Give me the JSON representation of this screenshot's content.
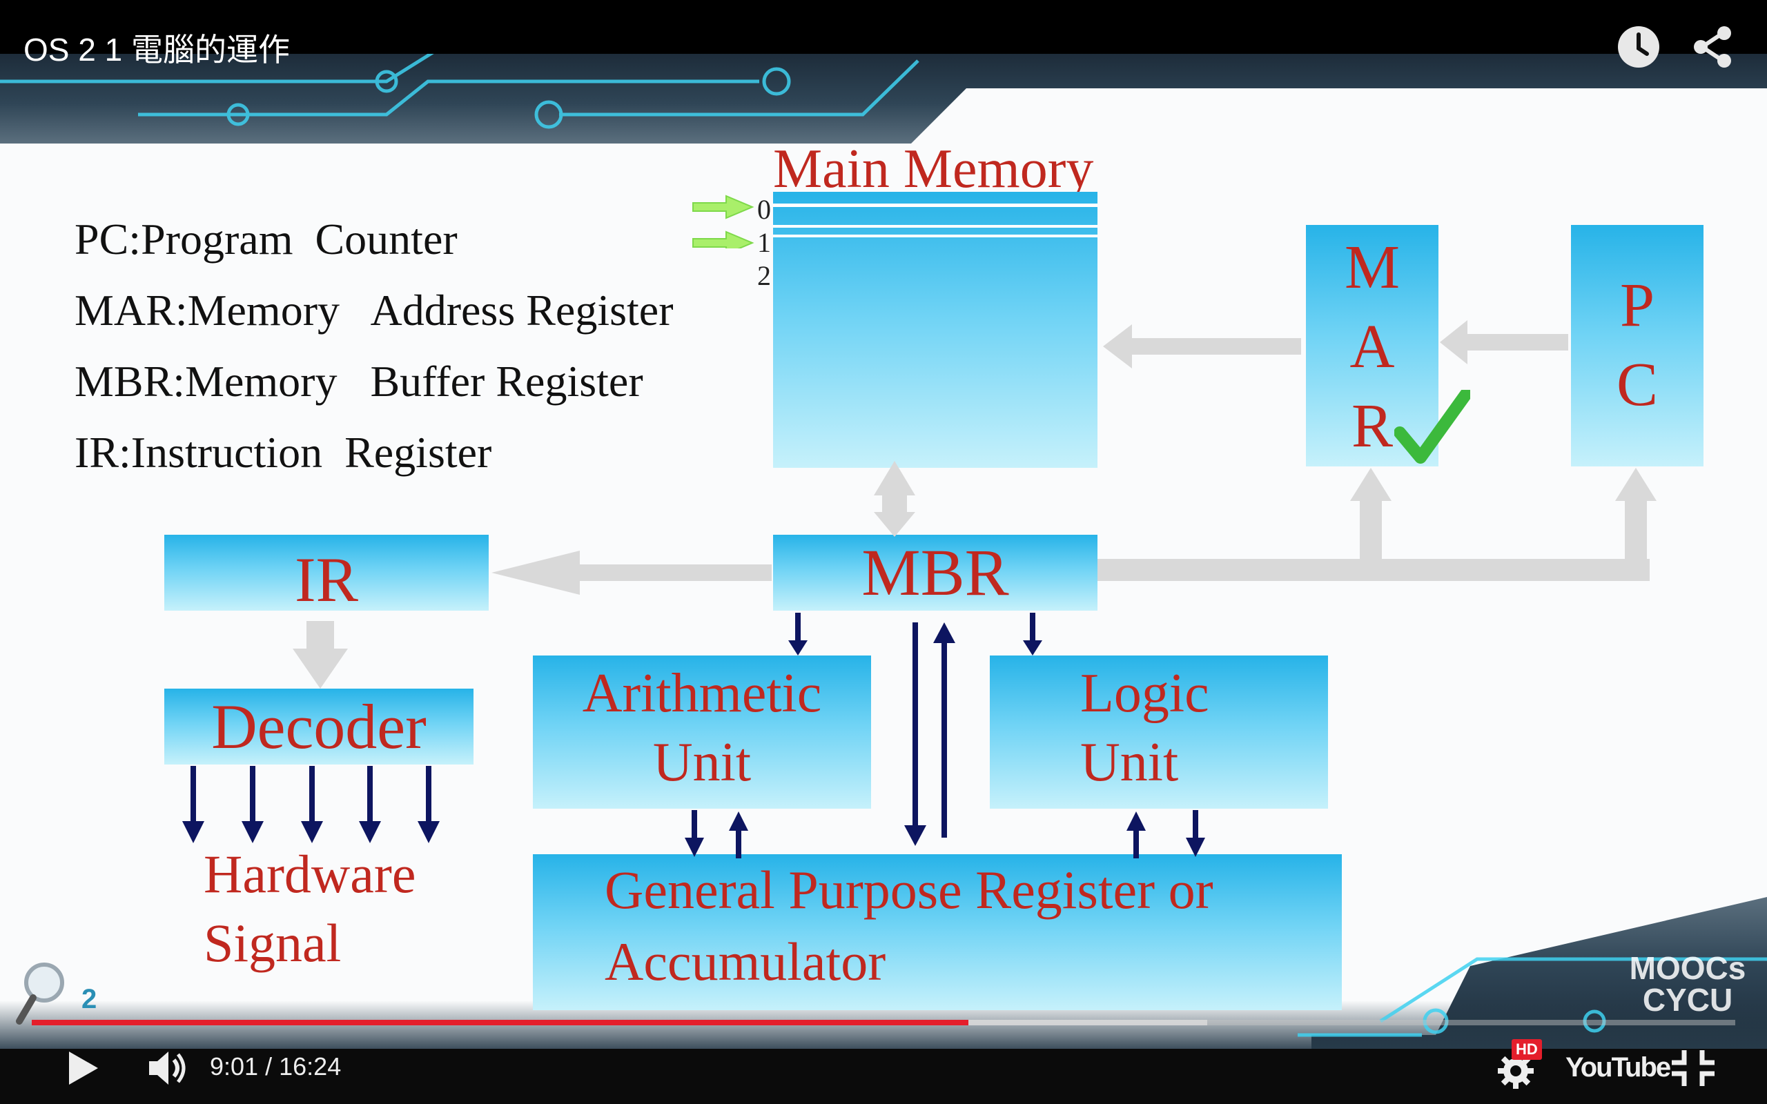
{
  "player": {
    "title": "OS 2 1 電腦的運作",
    "time_current": "9:01",
    "time_separator": "/",
    "time_total": "16:24",
    "progress_played": 0.55,
    "progress_buffered": 0.69,
    "quality_badge": "HD",
    "youtube_logo": "YouTube",
    "icons": {
      "watch_later": "clock-icon",
      "share": "share-icon",
      "play": "play-icon",
      "volume": "volume-icon",
      "settings": "gear-icon",
      "exit_fullscreen": "exit-fullscreen-icon"
    },
    "accent_color": "#e41e2b"
  },
  "slide": {
    "legend": [
      "PC:Program  Counter",
      "MAR:Memory   Address Register",
      "MBR:Memory   Buffer Register",
      "IR:Instruction  Register"
    ],
    "main_memory": {
      "label": "Main Memory",
      "addresses": [
        "0",
        "1",
        "2"
      ]
    },
    "mar": {
      "letters": [
        "M",
        "A",
        "R"
      ]
    },
    "pc": {
      "letters": [
        "P",
        "C"
      ]
    },
    "mbr": "MBR",
    "ir": "IR",
    "decoder": "Decoder",
    "hardware_signal": [
      "Hardware",
      "Signal"
    ],
    "arithmetic_unit": [
      "Arithmetic",
      "Unit"
    ],
    "logic_unit": [
      "Logic",
      "Unit"
    ],
    "gpr": [
      "General Purpose Register or",
      "Accumulator"
    ],
    "page_number": "2",
    "watermark": "MOOCs CYCU",
    "colors": {
      "label_red": "#c0281f",
      "box_blue": "#27b3e8",
      "arrow_navy": "#0d1560",
      "arrow_gray": "#d9d9d9",
      "check_green": "#3cb93c"
    }
  }
}
